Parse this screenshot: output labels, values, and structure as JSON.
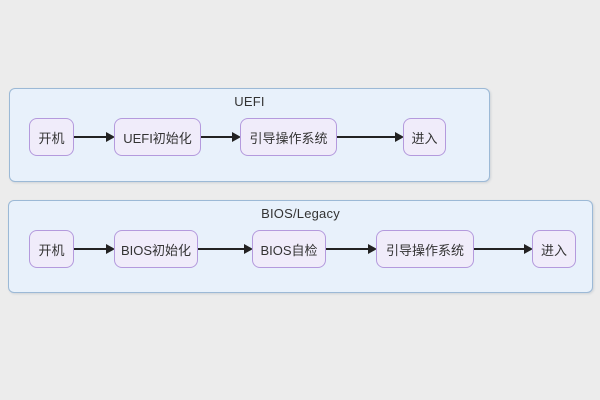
{
  "diagram": {
    "flows": [
      {
        "title": "UEFI",
        "nodes": [
          "开机",
          "UEFI初始化",
          "引导操作系统",
          "进入"
        ],
        "edges": [
          {
            "from": "开机",
            "to": "UEFI初始化"
          },
          {
            "from": "UEFI初始化",
            "to": "引导操作系统"
          },
          {
            "from": "引导操作系统",
            "to": "进入"
          }
        ]
      },
      {
        "title": "BIOS/Legacy",
        "nodes": [
          "开机",
          "BIOS初始化",
          "BIOS自检",
          "引导操作系统",
          "进入"
        ],
        "edges": [
          {
            "from": "开机",
            "to": "BIOS初始化"
          },
          {
            "from": "BIOS初始化",
            "to": "BIOS自检"
          },
          {
            "from": "BIOS自检",
            "to": "引导操作系统"
          },
          {
            "from": "引导操作系统",
            "to": "进入"
          }
        ]
      }
    ],
    "colors": {
      "page_background": "#ececec",
      "container_fill": "#e8f1fb",
      "container_border": "#9cb9d6",
      "node_fill": "#f0ecfa",
      "node_border": "#b49add",
      "arrow": "#222222",
      "text": "#333333"
    }
  }
}
